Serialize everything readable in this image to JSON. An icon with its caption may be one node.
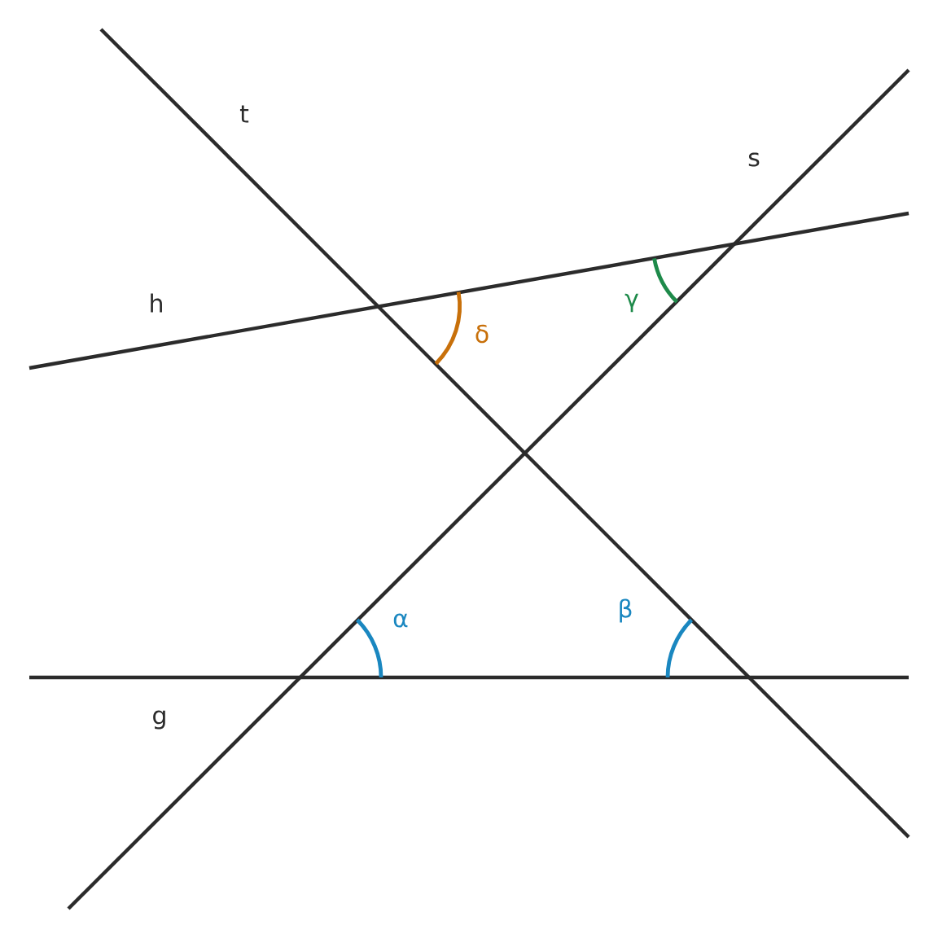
{
  "diagram": {
    "labels": [
      "t",
      "s",
      "h",
      "γ",
      "δ",
      "β",
      "α",
      "g"
    ]
  }
}
